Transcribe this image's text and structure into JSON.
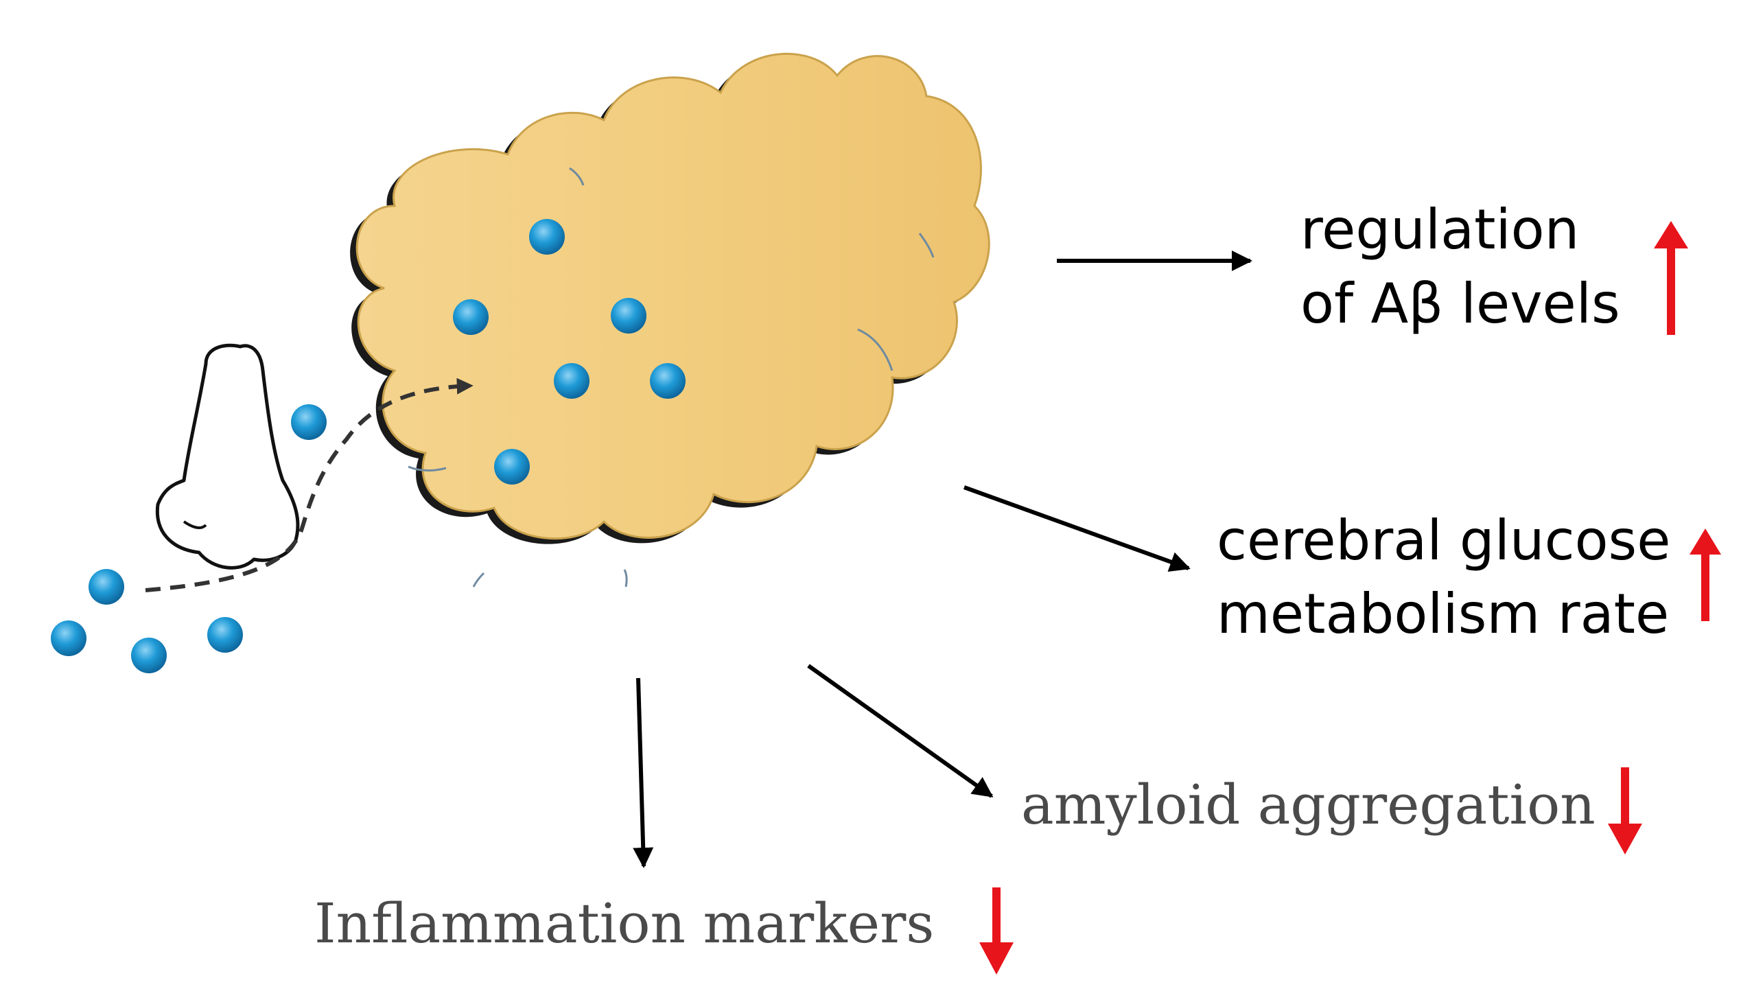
{
  "labels": {
    "regulation_line1": "regulation",
    "regulation_line2": "of Aβ levels",
    "glucose_line1": "cerebral glucose",
    "glucose_line2": "metabolism rate",
    "amyloid": "amyloid aggregation",
    "inflammation": "Inflammation markers"
  },
  "indicators": {
    "regulation": "up",
    "glucose": "up",
    "amyloid": "down",
    "inflammation": "down"
  },
  "colors": {
    "brain_fill": "#f2cf85",
    "brain_shade": "#d9b25c",
    "particle": "#1f9bd7",
    "indicator_arrow": "#e8141b",
    "text_serif": "#4a4a4a",
    "text_sans": "#000000",
    "arrow": "#000000"
  }
}
